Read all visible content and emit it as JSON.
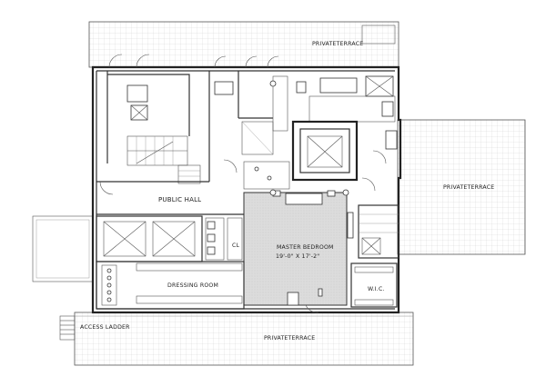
{
  "labels": {
    "private_terrace_top": "PRIVATETERRACE",
    "private_terrace_right": "PRIVATETERRACE",
    "private_terrace_bottom": "PRIVATETERRACE",
    "public_hall": "PUBLIC HALL",
    "master_bedroom": "MASTER BEDROOM",
    "master_bedroom_dims": "19'-0\" X 17'-2\"",
    "dressing_room": "DRESSING ROOM",
    "wic": "W.I.C.",
    "access_ladder": "ACCESS LADDER",
    "closet": "CL"
  },
  "colors": {
    "line": "#222222",
    "bedroom_fill": "#d9d9d9",
    "paper": "#ffffff"
  }
}
